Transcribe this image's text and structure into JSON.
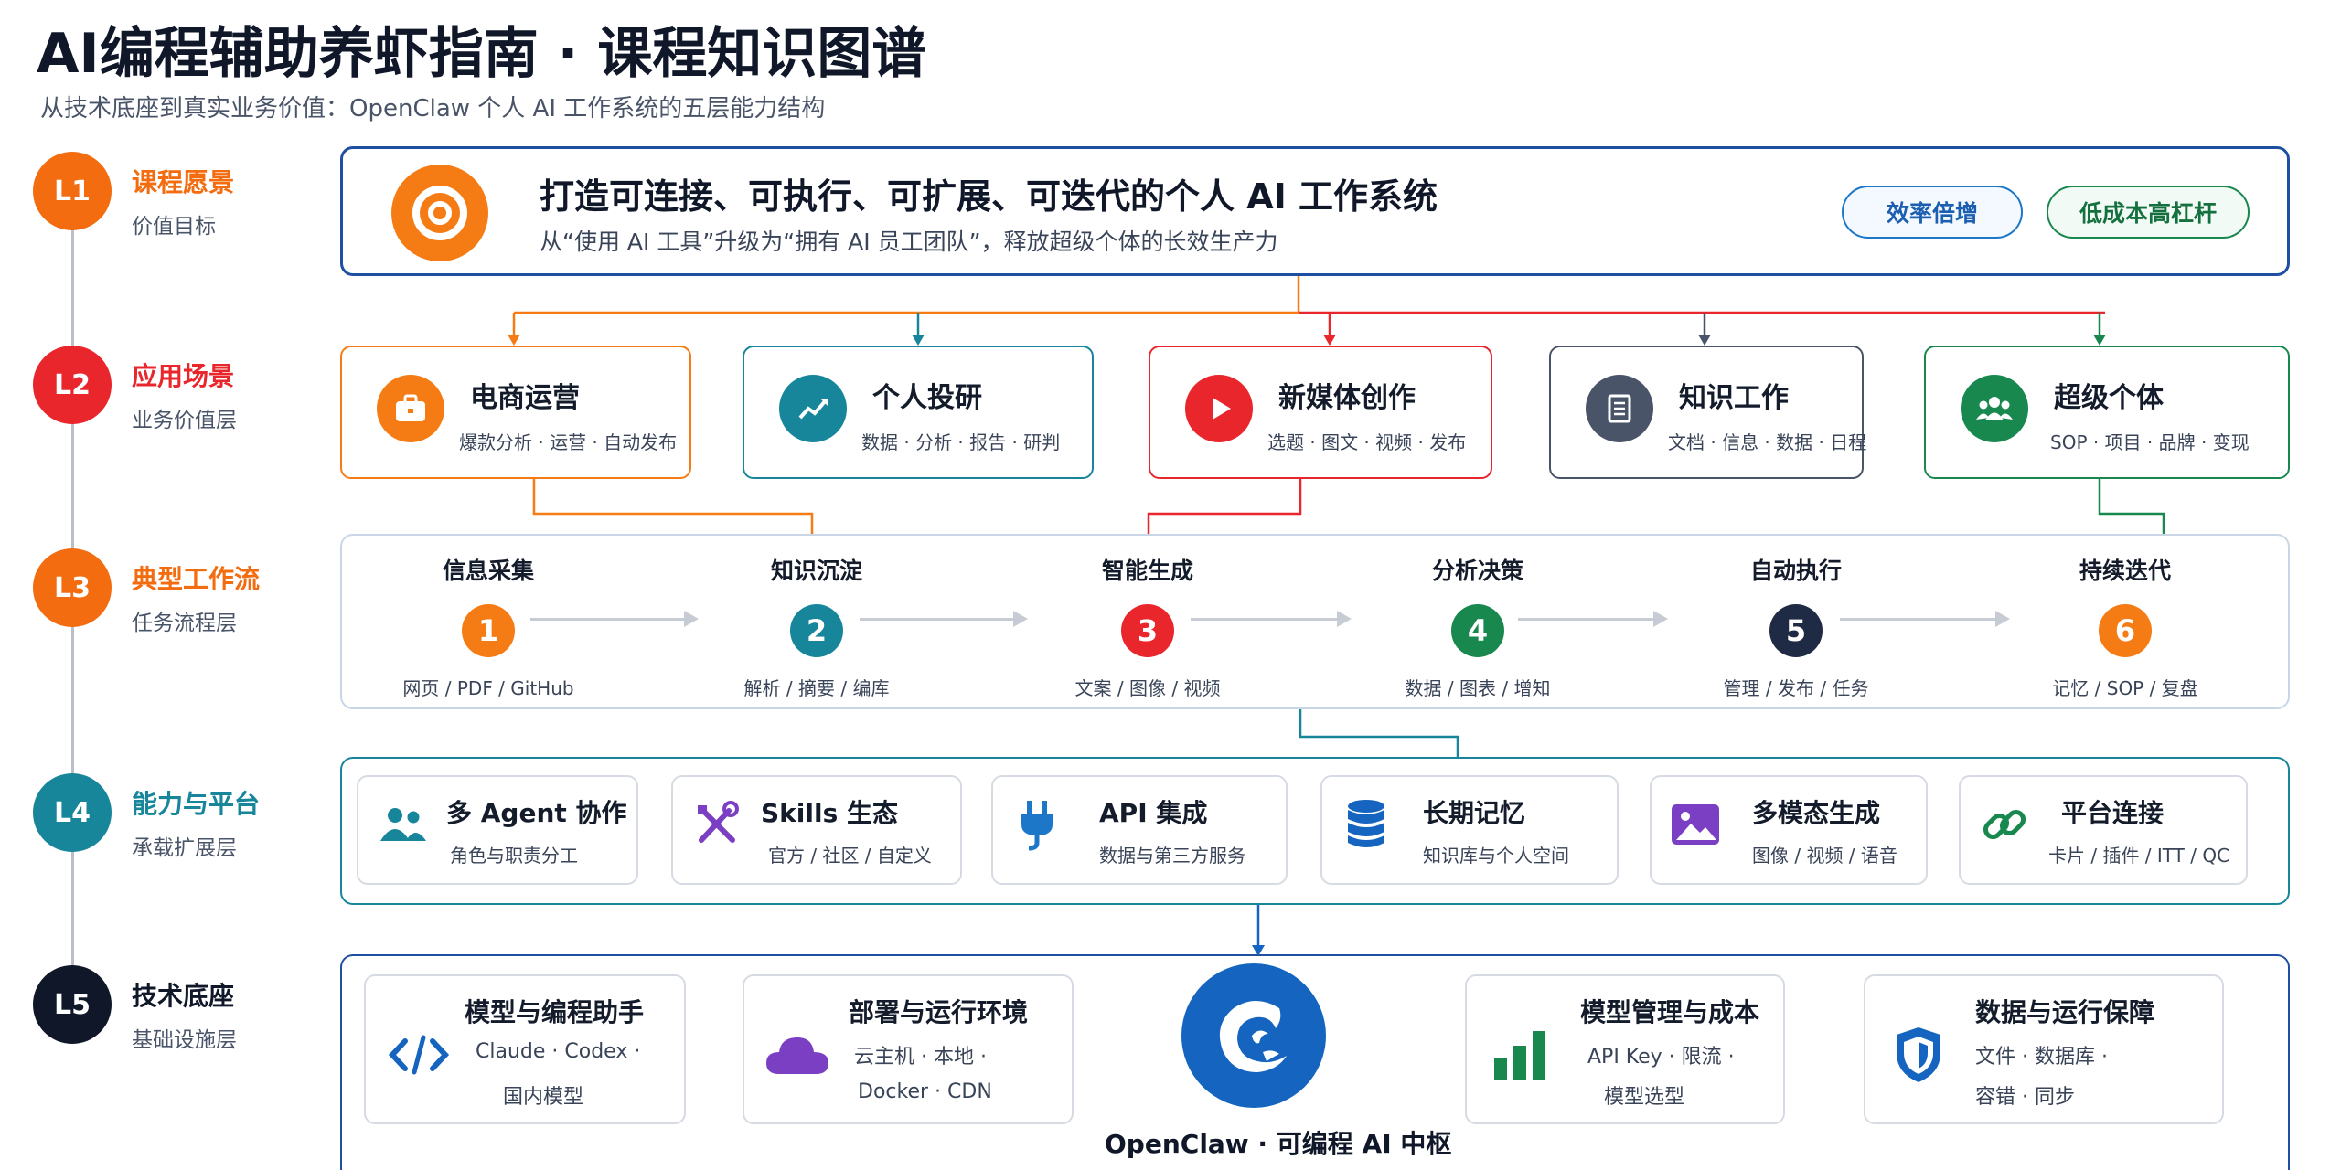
{
  "header": {
    "title": "AI编程辅助养虾指南 · 课程知识图谱",
    "subtitle": "从技术底座到真实业务价值：OpenClaw 个人 AI 工作系统的五层能力结构"
  },
  "levels": [
    {
      "code": "L1",
      "name": "课程愿景",
      "sub": "价值目标",
      "color": "#f36c0f"
    },
    {
      "code": "L2",
      "name": "应用场景",
      "sub": "业务价值层",
      "color": "#e8262b"
    },
    {
      "code": "L3",
      "name": "典型工作流",
      "sub": "任务流程层",
      "color": "#f36c0f"
    },
    {
      "code": "L4",
      "name": "能力与平台",
      "sub": "承载扩展层",
      "color": "#17869a"
    },
    {
      "code": "L5",
      "name": "技术底座",
      "sub": "基础设施层",
      "color": "#0f1729"
    }
  ],
  "vision": {
    "title": "打造可连接、可执行、可扩展、可迭代的个人 AI 工作系统",
    "desc": "从“使用 AI 工具”升级为“拥有 AI 员工团队”，释放超级个体的长效生产力",
    "badges": [
      "效率倍增",
      "低成本高杠杆"
    ],
    "icon": "target-icon"
  },
  "scenarios": [
    {
      "title": "电商运营",
      "sub": "爆款分析 · 运营 · 自动发布",
      "icon": "briefcase-icon",
      "color": "#f57c14"
    },
    {
      "title": "个人投研",
      "sub": "数据 · 分析 · 报告 · 研判",
      "icon": "trend-chart-icon",
      "color": "#17869a"
    },
    {
      "title": "新媒体创作",
      "sub": "选题 · 图文 · 视频 · 发布",
      "icon": "play-icon",
      "color": "#e8262b"
    },
    {
      "title": "知识工作",
      "sub": "文档 · 信息 · 数据 · 日程",
      "icon": "document-icon",
      "color": "#4a5468"
    },
    {
      "title": "超级个体",
      "sub": "SOP · 项目 · 品牌 · 变现",
      "icon": "team-icon",
      "color": "#19884f"
    }
  ],
  "workflow": [
    {
      "label": "信息采集",
      "num": "1",
      "desc": "网页 / PDF / GitHub",
      "color": "#f57c14"
    },
    {
      "label": "知识沉淀",
      "num": "2",
      "desc": "解析 / 摘要 / 编库",
      "color": "#17869a"
    },
    {
      "label": "智能生成",
      "num": "3",
      "desc": "文案 / 图像 / 视频",
      "color": "#e8262b"
    },
    {
      "label": "分析决策",
      "num": "4",
      "desc": "数据 / 图表 / 增知",
      "color": "#19884f"
    },
    {
      "label": "自动执行",
      "num": "5",
      "desc": "管理 / 发布 / 任务",
      "color": "#1f2a44"
    },
    {
      "label": "持续迭代",
      "num": "6",
      "desc": "记忆 / SOP / 复盘",
      "color": "#f57c14"
    }
  ],
  "capabilities": [
    {
      "title": "多 Agent 协作",
      "sub": "角色与职责分工",
      "icon": "users-icon",
      "color": "#17869a"
    },
    {
      "title": "Skills 生态",
      "sub": "官方 / 社区 / 自定义",
      "icon": "tools-icon",
      "color": "#7b3fc4"
    },
    {
      "title": "API 集成",
      "sub": "数据与第三方服务",
      "icon": "plug-icon",
      "color": "#1c77c9"
    },
    {
      "title": "长期记忆",
      "sub": "知识库与个人空间",
      "icon": "database-icon",
      "color": "#1565c0"
    },
    {
      "title": "多模态生成",
      "sub": "图像 / 视频 / 语音",
      "icon": "image-icon",
      "color": "#7b3fc4"
    },
    {
      "title": "平台连接",
      "sub": "卡片 / 插件 / ITT / QC",
      "icon": "link-icon",
      "color": "#19884f"
    }
  ],
  "tech": [
    {
      "title": "模型与编程助手",
      "line1": "Claude · Codex ·",
      "line2": "国内模型",
      "icon": "code-icon",
      "color": "#1565c0"
    },
    {
      "title": "部署与运行环境",
      "line1": "云主机 · 本地 ·",
      "line2": "Docker · CDN",
      "icon": "cloud-icon",
      "color": "#7b3fc4"
    },
    {
      "title": "模型管理与成本",
      "line1": "API Key · 限流 ·",
      "line2": "模型选型",
      "icon": "bar-chart-icon",
      "color": "#19884f"
    },
    {
      "title": "数据与运行保障",
      "line1": "文件 · 数据库 ·",
      "line2": "容错 · 同步",
      "icon": "shield-icon",
      "color": "#1565c0"
    }
  ],
  "hub": {
    "label": "OpenClaw · 可编程 AI 中枢",
    "icon": "openclaw-logo-icon",
    "color": "#1565c0"
  }
}
